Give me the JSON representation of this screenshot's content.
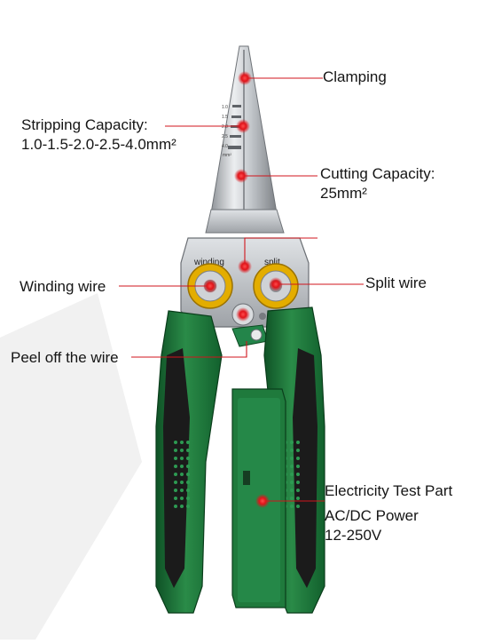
{
  "callouts": {
    "clamping": "Clamping",
    "stripping_title": "Stripping Capacity:",
    "stripping_value": "1.0-1.5-2.0-2.5-4.0mm²",
    "cutting_title": "Cutting Capacity:",
    "cutting_value": "25mm²",
    "winding_wire": "Winding wire",
    "split_wire": "Split wire",
    "peel": "Peel off the wire",
    "electricity_test": "Electricity Test Part",
    "acdc_line1": "AC/DC Power",
    "acdc_line2": "12-250V"
  },
  "tool_markings": {
    "winding": "winding",
    "split": "split",
    "gauge_marks": [
      "1.0",
      "1.5",
      "2.0",
      "2.5",
      "4.0"
    ],
    "gauge_unit": "mm²"
  },
  "colors": {
    "handle_green": "#1f7a3c",
    "handle_dark": "#1c1c1c",
    "steel": "#c9ccd0",
    "ring_yellow": "#e8b400",
    "leader_red": "#d0151c"
  }
}
